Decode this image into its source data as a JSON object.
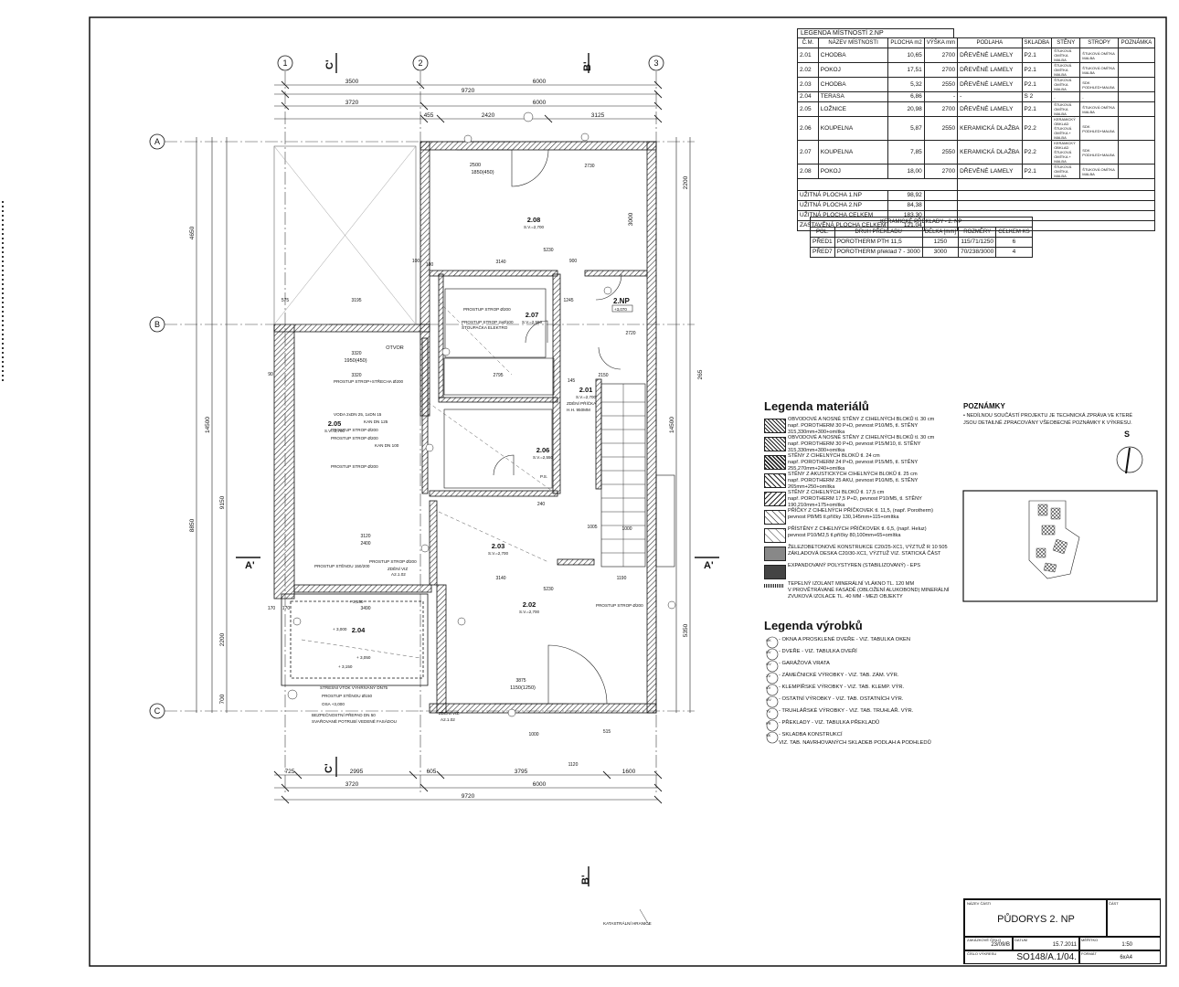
{
  "grid": {
    "columns": [
      "1",
      "2",
      "3"
    ],
    "rows": [
      "A",
      "B",
      "C"
    ],
    "section_marks": [
      "C'",
      "B'",
      "A'"
    ]
  },
  "dimensions": {
    "top_row1": [
      "3500",
      "6000"
    ],
    "top_total": "9720",
    "top_row3": [
      "3720",
      "6000"
    ],
    "top_row4": [
      "455",
      "2420",
      "3125"
    ],
    "bottom_row1": [
      "725",
      "2995",
      "605",
      "3795",
      "1600"
    ],
    "bottom_row2": [
      "3720",
      "6000"
    ],
    "bottom_total": "9720",
    "left": [
      "4650",
      "14500",
      "8850",
      "9150",
      "2200",
      "700"
    ],
    "right": [
      "14500",
      "5350",
      "3000",
      "2200",
      "265"
    ],
    "misc": [
      "575",
      "3195",
      "3320",
      "3320",
      "2730",
      "5230",
      "3140",
      "2795",
      "2150",
      "3140",
      "5230",
      "1190",
      "3120",
      "2400",
      "3490",
      "3875",
      "1120",
      "515",
      "1000",
      "90",
      "100",
      "100",
      "170",
      "170",
      "240",
      "145",
      "2720",
      "1245",
      "900",
      "1005",
      "1000"
    ]
  },
  "rooms": [
    {
      "id": "2.08",
      "sv": "S.V.=2,700"
    },
    {
      "id": "2.07",
      "sv": "S.V.=2,550"
    },
    {
      "id": "2.01",
      "sv": "S.V.=2,700"
    },
    {
      "id": "2.05",
      "sv": "S.V.=2,700"
    },
    {
      "id": "2.06",
      "sv": "S.V.=2,550"
    },
    {
      "id": "2.03",
      "sv": "S.V.=2,700"
    },
    {
      "id": "2.02",
      "sv": "S.V.=2,700"
    },
    {
      "id": "2.04",
      "sv": ""
    }
  ],
  "plan_labels": {
    "floor_tag": "2.NP",
    "floor_level": "+3,070",
    "window_2500": "2500",
    "window_1850": "1850(450)",
    "window_1950": "1950(450)",
    "window_1150": "1150(1250)",
    "opening": "OTVOR",
    "prostup_200": "PROSTUP STROP Ø200",
    "prostup_100": "PROSTUP STROP 2xØ100",
    "stoupacka": "STOUPAČKA ELEKTRO",
    "prostup_strecha": "PROSTUP STROP+STŘECHA Ø200",
    "voda": "VODA 2xDN 25, 1xDN 15",
    "kan_125": "KAN DN 125",
    "prostup_200b": "PROSTUP STROP Ø200",
    "prostup_200c": "PROSTUP STROP Ø200",
    "kan_100": "KAN DN 100",
    "prostup_200d": "PROSTUP STROP Ø200",
    "prostup_sten": "PROSTUP STĚNOU 150/200",
    "prostup_200e": "PROSTUP STROP Ø200",
    "zdeni_viz": "ZDĚNÍ VIZ",
    "zdeni_ref": "A2.1.02",
    "zdeni_pricka": "ZDĚNÍ PŘÍČKA",
    "pricka_hh": "H.H. 950MM",
    "stresni_vtok": "STŘEŠNÍ VTOK VYHŘÍVANÝ DN75",
    "prostup_150": "PROSTUP STĚNOU Ø150",
    "osa": "OSA +3,000",
    "prepad": "BEZPEČNOSTNÍ PŘEPAD DN 50",
    "prepad2": "SVAŘOVANÉ POTRUBÍ VEDENÉ FASÁDOU",
    "zdeni_bottom": "ZDĚNÍ VIZ.",
    "zdeni_bottom_ref": "A2.1.02",
    "prostup_200f": "PROSTUP STROP Ø200",
    "katastr": "KATASTRÁLNÍ HRANICE",
    "level_1": "+ 3,150",
    "level_2": "+ 3,000",
    "level_3": "+ 3,050",
    "level_4": "+ 3,150",
    "ps": "P.S.",
    "hh_label": "H.H."
  },
  "room_legend": {
    "title": "LEGENDA MÍSTNOSTÍ 2.NP",
    "headers": [
      "Č.M.",
      "NÁZEV MÍSTNOSTI",
      "PLOCHA m2",
      "VÝŠKA mm",
      "PODLAHA",
      "SKLADBA",
      "STĚNY",
      "STROPY",
      "POZNÁMKA"
    ],
    "rows": [
      [
        "2.01",
        "CHODBA",
        "10,65",
        "2700",
        "DŘEVĚNÉ LAMELY",
        "P2.1",
        "ŠTUKOVÁ OMÍTKA MALBA",
        "ŠTUKOVÁ OMÍTKA MALBA",
        ""
      ],
      [
        "2.02",
        "POKOJ",
        "17,51",
        "2700",
        "DŘEVĚNÉ LAMELY",
        "P2.1",
        "ŠTUKOVÁ OMÍTKA MALBA",
        "ŠTUKOVÁ OMÍTKA MALBA",
        ""
      ],
      [
        "2.03",
        "CHODBA",
        "5,32",
        "2550",
        "DŘEVĚNÉ LAMELY",
        "P2.1",
        "ŠTUKOVÁ OMÍTKA MALBA",
        "SDK PODHLED+MALBA",
        ""
      ],
      [
        "2.04",
        "TERASA",
        "6,86",
        "-",
        "-",
        "S 2",
        "-",
        "-",
        ""
      ],
      [
        "2.05",
        "LOŽNICE",
        "20,98",
        "2700",
        "DŘEVĚNÉ LAMELY",
        "P2.1",
        "ŠTUKOVÁ OMÍTKA MALBA",
        "ŠTUKOVÁ OMÍTKA MALBA",
        ""
      ],
      [
        "2.06",
        "KOUPELNA",
        "5,87",
        "2550",
        "KERAMICKÁ DLAŽBA",
        "P2.2",
        "KERAMICKÝ OBKLAD ŠTUKOVÁ OMÍTKA + MALBA",
        "SDK PODHLED+MALBA",
        ""
      ],
      [
        "2.07",
        "KOUPELNA",
        "7,85",
        "2550",
        "KERAMICKÁ DLAŽBA",
        "P2.2",
        "KERAMICKÝ OBKLAD ŠTUKOVÁ OMÍTKA + MALBA",
        "SDK PODHLED+MALBA",
        ""
      ],
      [
        "2.08",
        "POKOJ",
        "18,00",
        "2700",
        "DŘEVĚNÉ LAMELY",
        "P2.1",
        "ŠTUKOVÁ OMÍTKA MALBA",
        "ŠTUKOVÁ OMÍTKA MALBA",
        ""
      ]
    ],
    "totals": [
      [
        "UŽITNÁ PLOCHA 1.NP",
        "98,92"
      ],
      [
        "UŽITNÁ PLOCHA 2.NP",
        "84,38"
      ],
      [
        "UŽITNÁ PLOCHA CELKEM",
        "183,30"
      ],
      [
        "ZASTAVĚNÁ PLOCHA CELKEM",
        "121,04"
      ]
    ]
  },
  "lintel_table": {
    "title": "KERAMICKÉ PŘEKLADY - 2. NP",
    "headers": [
      "POL.",
      "DRUH PŘEKLADU",
      "DÉLKA [mm]",
      "ROZMĚRY",
      "CELKEM KS"
    ],
    "rows": [
      [
        "PŘED1",
        "POROTHERM PTH 11,5",
        "1250",
        "115/71/1250",
        "6"
      ],
      [
        "PŘED7",
        "POROTHERM překlad 7 - 3000",
        "3000",
        "70/238/3000",
        "4"
      ]
    ]
  },
  "materials_legend": {
    "title": "Legenda materiálů",
    "items": [
      {
        "text": "OBVODOVÉ A NOSNÉ STĚNY Z CIHELNÝCH BLOKŮ tl. 30 cm",
        "sub": "např. POROTHERM 30 P+D, pevnost P10/M5, tl. STĚNY 315,330mm+300+omítka"
      },
      {
        "text": "OBVODOVÉ A NOSNÉ STĚNY Z CIHELNÝCH BLOKŮ tl. 30 cm",
        "sub": "např. POROTHERM 30 P+D, pevnost P15/M10, tl. STĚNY 315,330mm+300+omítka"
      },
      {
        "text": "STĚNY Z CIHELNÝCH BLOKŮ tl. 24 cm",
        "sub": "např. POROTHERM 24 P+D, pevnost P15/M5, tl. STĚNY 255,270mm+240+omítka"
      },
      {
        "text": "STĚNY Z AKUSTICKÝCH CIHELNÝCH BLOKŮ tl. 25 cm",
        "sub": "např. POROTHERM 25 AKU, pevnost P10/M5, tl. STĚNY 265mm+250+omítka"
      },
      {
        "text": "STĚNY Z CIHELNÝCH BLOKŮ tl. 17,5 cm",
        "sub": "např. POROTHERM 17,5 P+D, pevnost P10/M5, tl. STĚNY 190,210mm+175+omítka"
      },
      {
        "text": "PŘÍČKY Z CIHELNÝCH PŘÍČKOVEK tl. 11,5, (např. Porotherm)",
        "sub": "pevnost P8/M5 tl.příčky 130,145mm+115+omítka"
      },
      {
        "text": "PŘÍSTĚNY Z CIHELNÝCH PŘÍČKOVEK tl. 6,5, (např. Heluz)",
        "sub": "pevnost P10/M2,5 tl.příčky 80,100mm+65+omítka"
      },
      {
        "text": "ŽELEZOBETONOVÉ KONSTRUKCE C20/25-XC1, VÝZTUŽ R 10 505",
        "sub": "ZÁKLADOVÁ DESKA C20/30-XC1, VÝZTUŽ VIZ. STATICKÁ ČÁST"
      },
      {
        "text": "EXPANDOVANÝ POLYSTYREN (STABILIZOVANÝ) - EPS",
        "sub": ""
      },
      {
        "text": "TEPELNÝ IZOLANT MINERÁLNÍ VLÁKNO TL. 120 MM",
        "sub": "V PROVĚTRÁVANÉ FASÁDĚ (OBLOŽENÍ ALUKOBOND)  MINERÁLNÍ ZVUKOVÁ IZOLACE TL. 40 MM - MEZI OBJEKTY"
      }
    ]
  },
  "products_legend": {
    "title": "Legenda výrobků",
    "items": [
      {
        "tag": "OK",
        "text": "- OKNA A PROSKLENÉ DVEŘE - VIZ. TABULKA OKEN"
      },
      {
        "tag": "DV",
        "text": "- DVEŘE - VIZ. TABULKA DVEŘÍ"
      },
      {
        "tag": "GV",
        "text": "- GARÁŽOVÁ VRATA"
      },
      {
        "tag": "ZV",
        "text": "- ZÁMEČNICKÉ VÝROBKY - VIZ. TAB. ZÁM. VÝR."
      },
      {
        "tag": "KV",
        "text": "- KLEMPÍŘSKÉ VÝROBKY - VIZ. TAB. KLEMP. VÝR."
      },
      {
        "tag": "OV",
        "text": "- OSTATNÍ VÝROBKY - VIZ. TAB. OSTATNÍCH VÝR."
      },
      {
        "tag": "TV",
        "text": "- TRUHLÁŘSKÉ VÝROBKY - VIZ. TAB. TRUHLÁŘ. VÝR."
      },
      {
        "tag": "PŘ",
        "text": "- PŘEKLADY - VIZ. TABULKA PŘEKLADŮ"
      },
      {
        "tag": "SK",
        "text": "- SKLADBA KONSTRUKCÍ",
        "sub": "VIZ. TAB. NAVRHOVANÝCH SKLADEB PODLAH A PODHLEDŮ"
      }
    ]
  },
  "notes": {
    "title": "POZNÁMKY",
    "text": "• NEDÍLNOU SOUČÁSTÍ PROJEKTU JE TECHNICKÁ ZPRÁVA VE KTERÉ JSOU DETAILNĚ ZPRACOVÁNY VŠEOBECNÉ POZNÁMKY K VÝKRESU.",
    "north": "S"
  },
  "title_block": {
    "label_name": "NÁZEV ČÁSTI",
    "title": "PŮDORYS 2. NP",
    "label_zak": "ZAKÁZKOVÉ ČÍSLO",
    "zak": "23/09/B",
    "label_date": "DATUM",
    "date": "15.7.2011",
    "label_scale": "MĚŘÍTKO",
    "scale": "1:50",
    "label_num": "ČÍSLO VÝKRESU",
    "num": "SO148/A.1/04.",
    "label_fmt": "FORMÁT",
    "fmt": "6xA4",
    "label_page": "ČÁST"
  }
}
